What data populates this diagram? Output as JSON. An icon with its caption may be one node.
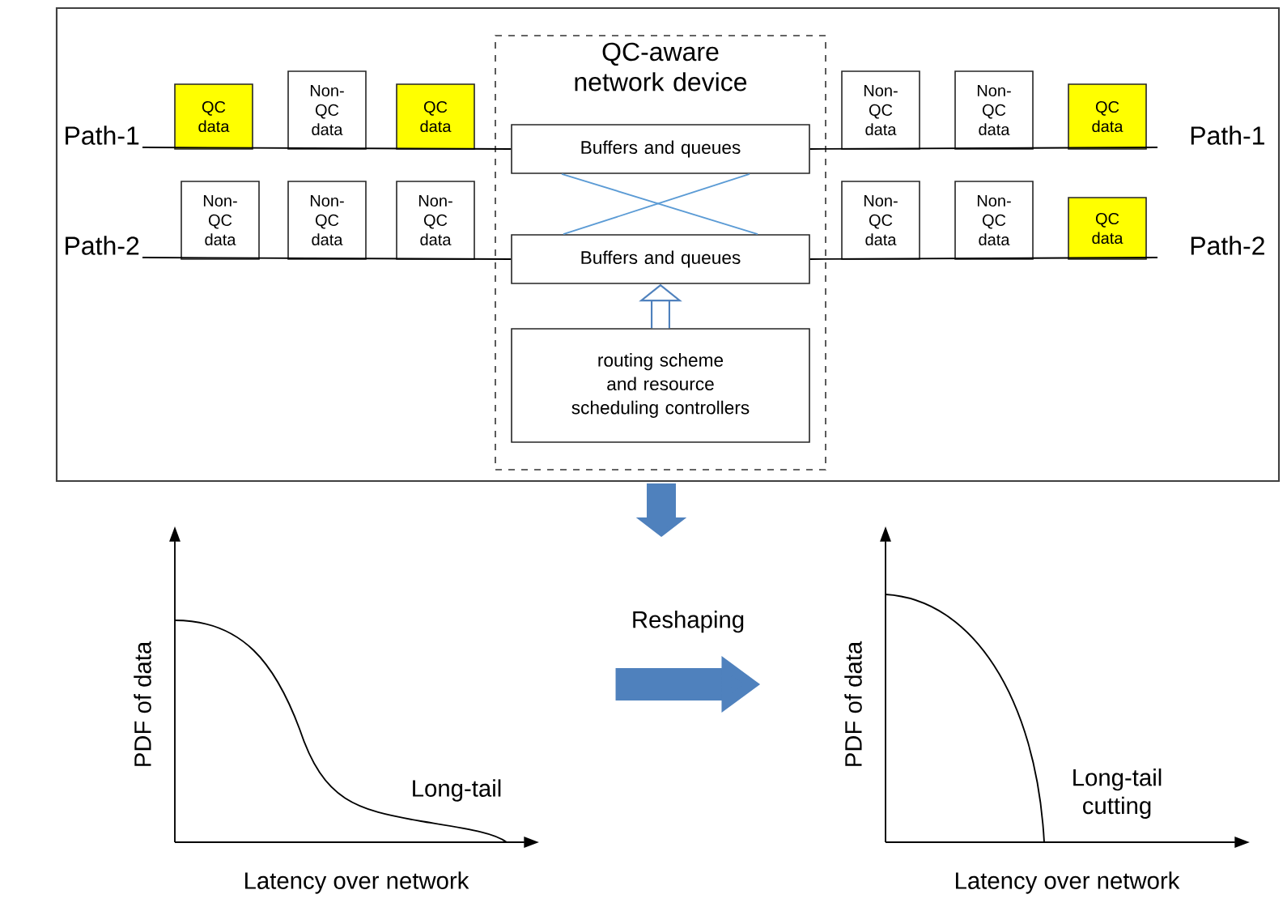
{
  "diagram": {
    "nodes": [
      {
        "text": [],
        "shape": "box"
      },
      {
        "text": [
          "QC-aware network device"
        ],
        "in": 0
      },
      {
        "text": [
          "Buffers and queues"
        ],
        "in": 1
      },
      {
        "text": [
          "Buffers and queues"
        ],
        "in": 1
      },
      {
        "text": [
          "routing scheme and resource scheduling controllers"
        ],
        "in": 1
      },
      {
        "text": [
          "QC data"
        ],
        "in": 0
      },
      {
        "text": [
          "Non-QC data"
        ],
        "in": 0
      },
      {
        "text": [
          "QC data"
        ],
        "in": 0
      },
      {
        "text": [
          "Non-QC data"
        ],
        "in": 0
      },
      {
        "text": [
          "Non-QC data"
        ],
        "in": 0
      },
      {
        "text": [
          "QC data"
        ],
        "in": 0
      },
      {
        "text": [
          "Non-QC data"
        ],
        "in": 0
      },
      {
        "text": [
          "Non-QC data"
        ],
        "in": 0
      },
      {
        "text": [
          "Non-QC data"
        ],
        "in": 0
      },
      {
        "text": [
          "Non-QC data"
        ],
        "in": 0
      },
      {
        "text": [
          "Non-QC data"
        ],
        "in": 0
      },
      {
        "text": [
          "QC data"
        ],
        "in": 0
      },
      {
        "text": [
          "Path-1"
        ],
        "in": 0
      },
      {
        "text": [
          "Path-1"
        ],
        "in": 0
      },
      {
        "text": [
          "Path-2"
        ],
        "in": 0
      },
      {
        "text": [
          "Path-2"
        ],
        "in": 0
      },
      {
        "text": [
          "PDF of data",
          "Long-tail"
        ],
        "beside": [
          "Latency over network"
        ]
      },
      {
        "text": [
          "PDF of data",
          "Long-tail cutting"
        ],
        "beside": [
          "Latency over network"
        ]
      }
    ],
    "edges": [
      {
        "from": 17,
        "to": 2,
        "arrow": "none"
      },
      {
        "from": 2,
        "to": 18,
        "arrow": "none"
      },
      {
        "from": 19,
        "to": 3,
        "arrow": "none"
      },
      {
        "from": 3,
        "to": 20,
        "arrow": "none"
      },
      {
        "from": 2,
        "to": 3,
        "arrow": "none",
        "color": "#5b9bd5"
      },
      {
        "from": 3,
        "to": 2,
        "arrow": "none",
        "color": "#5b9bd5"
      },
      {
        "from": 4,
        "to": 3,
        "arrow": "to",
        "style": "thick",
        "color": "#4f81bd"
      },
      {
        "from": 0,
        "to": null,
        "arrow": "to",
        "style": "thick",
        "color": "#4f81bd"
      },
      {
        "from": 21,
        "to": 22,
        "arrow": "to",
        "style": "thick",
        "color": "#4f81bd",
        "label": "Reshaping"
      }
    ]
  }
}
